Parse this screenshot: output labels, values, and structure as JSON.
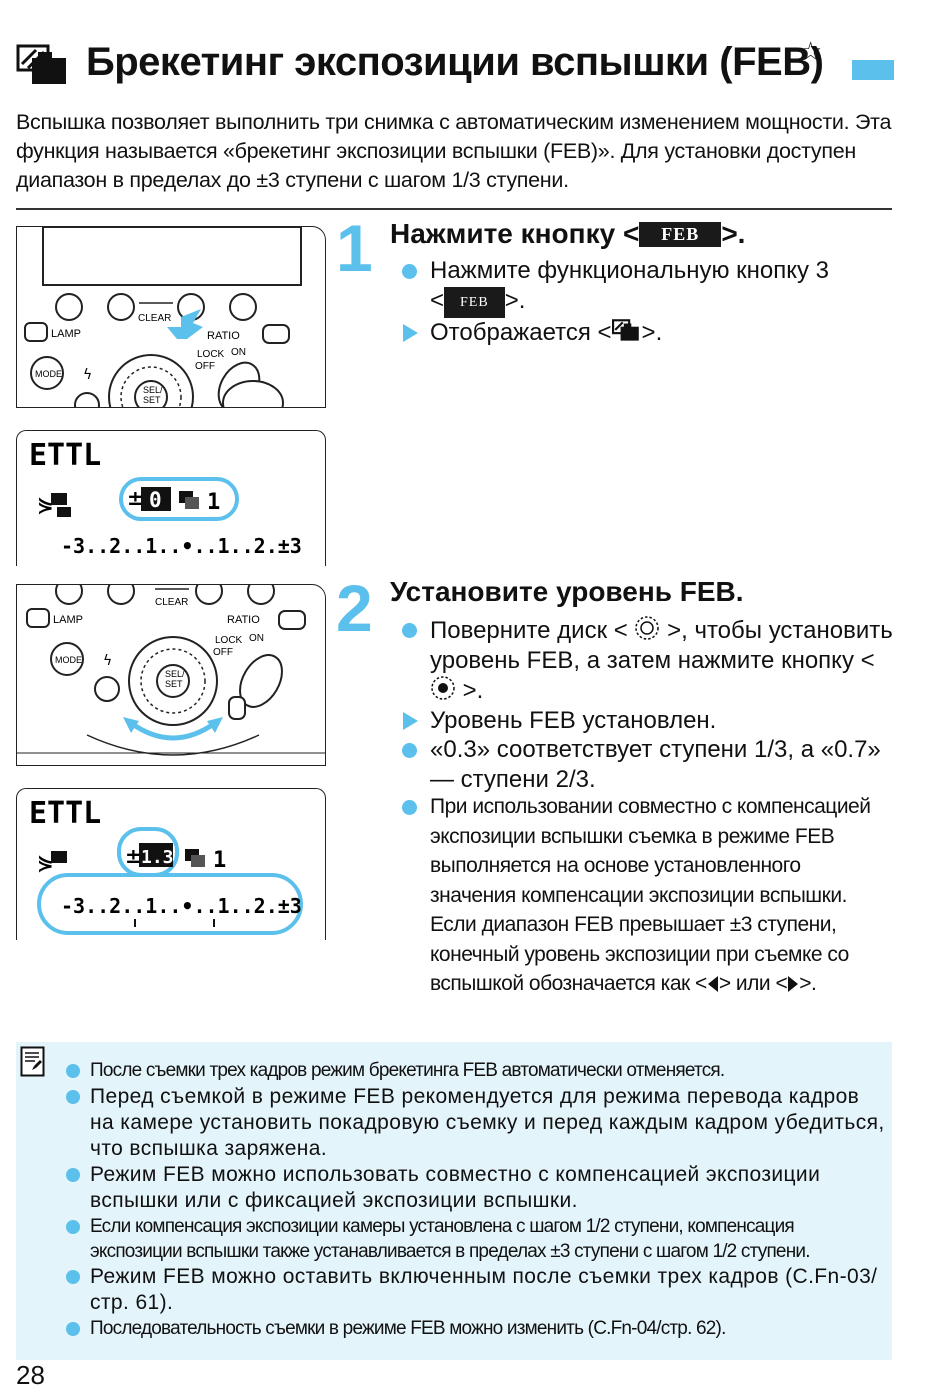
{
  "title": {
    "text": "Брекетинг экспозиции вспышки (FEB)",
    "star": "☆",
    "icon": "feb-flash-icon"
  },
  "intro": "Вспышка позволяет выполнить три снимка с автоматическим изменением мощности. Эта функция называется «брекетинг экспозиции вспышки (FEB)». Для установки доступен диапазон в пределах до ±3 ступени с шагом 1/3 ступени.",
  "lcd": {
    "mode": "ETTL",
    "lcd1": {
      "value": "0",
      "count": "1",
      "scale": "-3..2..1..•..1..2.±3"
    },
    "lcd2": {
      "value": "1.3",
      "count": "1",
      "scale": "-3..2..1..•..1..2.±3"
    }
  },
  "panel_labels": {
    "lamp": "LAMP",
    "clear": "CLEAR",
    "ratio": "RATIO",
    "mode": "MODE",
    "sel": "SEL/",
    "set": "SET",
    "lock": "LOCK",
    "on": "ON",
    "off": "OFF"
  },
  "step1": {
    "num": "1",
    "head_pre": "Нажмите кнопку <",
    "head_key": "FEB",
    "head_post": ">.",
    "b1_pre": "Нажмите функциональную кнопку 3",
    "b1_open": "<",
    "b1_key": "FEB",
    "b1_close": ">.",
    "b2_pre": "Отображается <",
    "b2_post": ">."
  },
  "step2": {
    "num": "2",
    "head": "Установите уровень FEB.",
    "b1_a": "Поверните диск < ",
    "b1_b": " >, чтобы установить уровень FEB, а затем нажмите кнопку < ",
    "b1_c": " >.",
    "b2": "Уровень FEB установлен.",
    "b3": "«0.3» соответствует ступени 1/3, а «0.7» — ступени 2/3.",
    "b4_1": "При использовании совместно с компенсацией экспозиции вспышки съемка в режиме FEB выполняется на основе установленного значения компенсации экспозиции вспышки.",
    "b4_2a": "Если диапазон FEB превышает ±3 ступени, конечный уровень экспозиции при съемке со вспышкой обозначается как <",
    "b4_2b": "> или <",
    "b4_2c": ">."
  },
  "notes": [
    "После съемки трех кадров режим брекетинга FEB автоматически отменяется.",
    "Перед съемкой в режиме FEB рекомендуется для режима перевода кадров на камере установить покадровую съемку и перед каждым кадром убедиться, что вспышка заряжена.",
    "Режим FEB можно использовать совместно с компенсацией экспозиции вспышки или с фиксацией экспозиции вспышки.",
    "Если компенсация экспозиции камеры установлена с шагом 1/2 ступени, компенсация экспозиции вспышки также устанавливается в пределах ±3 ступени с шагом 1/2 ступени.",
    "Режим FEB можно оставить включенным после съемки трех кадров (C.Fn-03/стр. 61).",
    "Последовательность съемки в режиме FEB можно изменить (C.Fn-04/стр. 62)."
  ],
  "page_number": "28",
  "colors": {
    "accent": "#5bc0eb",
    "note_bg": "#e4f4fb"
  }
}
